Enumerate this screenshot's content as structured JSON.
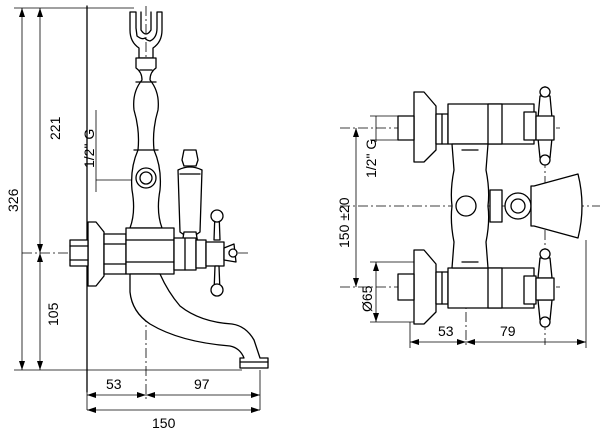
{
  "side_view": {
    "dim_overall_height": "326",
    "dim_upper_height": "221",
    "dim_lower_height": "105",
    "dim_thread": "1/2\" G",
    "dim_wall_to_center": "53",
    "dim_center_to_spout": "97",
    "dim_total_depth": "150"
  },
  "front_view": {
    "dim_center_distance": "150 ±20",
    "dim_thread": "1/2\" G",
    "dim_flange_diameter": "Ø65",
    "dim_left_offset": "53",
    "dim_right_offset": "79"
  }
}
